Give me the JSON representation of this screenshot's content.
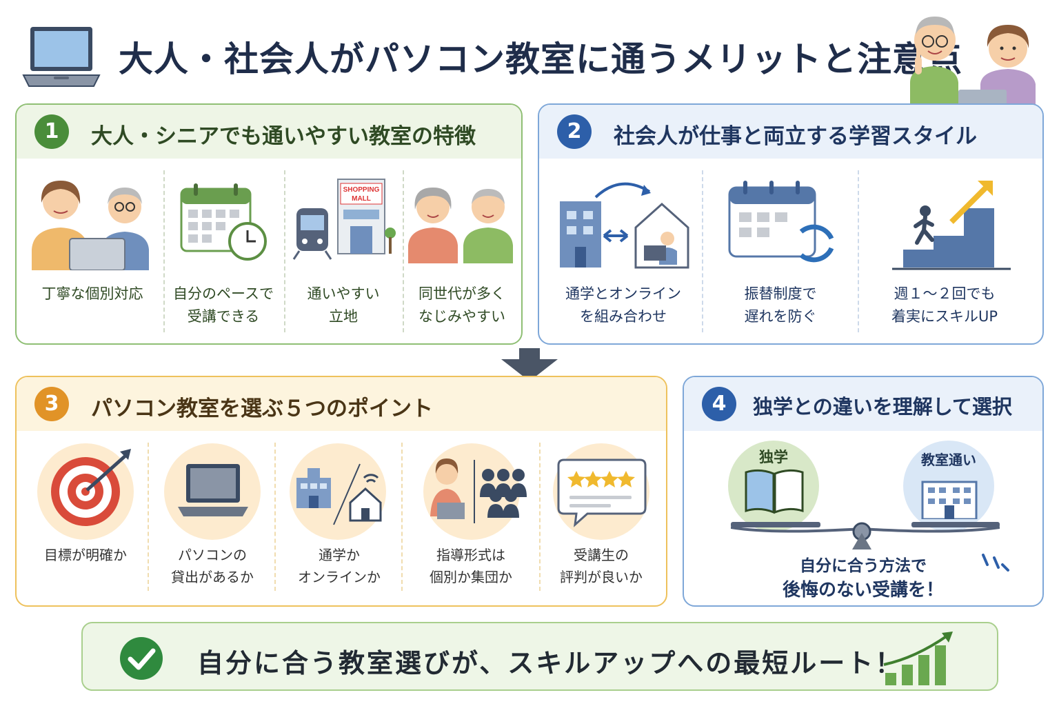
{
  "header": {
    "title": "大人・社会人がパソコン教室に通うメリットと注意点"
  },
  "panels": {
    "p1": {
      "number": "1",
      "title": "大人・シニアでも通いやすい教室の特徴",
      "items": [
        {
          "label": "丁寧な個別対応"
        },
        {
          "label": "自分のペースで\n受講できる"
        },
        {
          "label": "通いやすい\n立地"
        },
        {
          "label": "同世代が多く\nなじみやすい"
        }
      ],
      "mall_sign_1": "SHOPPING",
      "mall_sign_2": "MALL"
    },
    "p2": {
      "number": "2",
      "title": "社会人が仕事と両立する学習スタイル",
      "items": [
        {
          "label": "通学とオンライン\nを組み合わせ"
        },
        {
          "label": "振替制度で\n遅れを防ぐ"
        },
        {
          "label": "週１〜２回でも\n着実にスキルUP"
        }
      ]
    },
    "p3": {
      "number": "3",
      "title": "パソコン教室を選ぶ５つのポイント",
      "items": [
        {
          "label": "目標が明確か"
        },
        {
          "label": "パソコンの\n貸出があるか"
        },
        {
          "label": "通学か\nオンラインか"
        },
        {
          "label": "指導形式は\n個別か集団か"
        },
        {
          "label": "受講生の\n評判が良いか"
        }
      ]
    },
    "p4": {
      "number": "4",
      "title": "独学との違いを理解して選択",
      "left_label": "独学",
      "right_label": "教室通い",
      "message_1": "自分に合う方法で",
      "message_2": "後悔のない受講を！"
    }
  },
  "footer": {
    "text": "自分に合う教室選びが、スキルアップへの最短ルート！"
  },
  "colors": {
    "green": "#4a8d3a",
    "blue": "#2d5fa9",
    "orange": "#e19327",
    "navy": "#1f2d4a"
  }
}
